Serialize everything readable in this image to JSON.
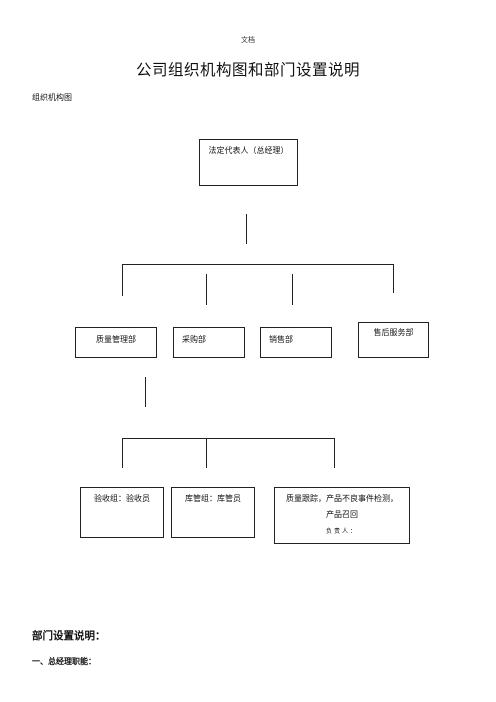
{
  "header": {
    "label": "文档"
  },
  "title": "公司组织机构图和部门设置说明",
  "section_label": "组织机构图",
  "org_chart": {
    "top": "法定代表人（总经理）",
    "departments": [
      "质量管理部",
      "采购部",
      "销售部",
      "售后服务部"
    ],
    "qa_groups": {
      "inspection": "验收组：验收员",
      "warehouse": "库管组：库管员",
      "tracking_line1": "质量跟踪，产品不良事件检测，",
      "tracking_line2": "产品召回",
      "tracking_line3": "负责人："
    }
  },
  "dept_description": {
    "heading": "部门设置说明：",
    "item1": "一、总经理职能："
  }
}
